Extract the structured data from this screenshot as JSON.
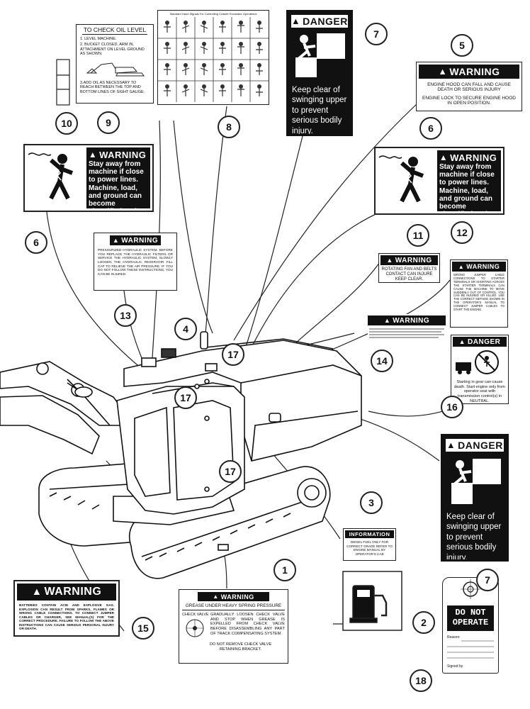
{
  "callouts": [
    "1",
    "2",
    "3",
    "4",
    "5",
    "6",
    "6",
    "7",
    "7",
    "8",
    "9",
    "10",
    "11",
    "12",
    "13",
    "14",
    "15",
    "16",
    "17",
    "17",
    "17",
    "18"
  ],
  "decals": {
    "oil_level": {
      "title": "TO CHECK OIL LEVEL",
      "step1": "1. LEVEL MACHINE.",
      "step2": "2. BUCKET CLOSED, ARM IN, ATTACHMENT ON LEVEL GROUND AS SHOWN.",
      "step3": "3.ADD OIL AS NECESSARY TO REACH BETWEEN THE TOP AND BOTTOM LINES OF SIGHT GAUGE."
    },
    "hand_signals": {
      "title": "Standard Hand Signals For Controlling Crawler Excavator Operations"
    },
    "danger_swing_top": {
      "header": "DANGER",
      "text": "Keep clear of swinging upper to prevent serious bodily injury."
    },
    "warning_hood": {
      "header": "WARNING",
      "line1": "ENGINE HOOD CAN FALL AND CAUSE DEATH OR SERIOUS INJURY",
      "line2": "ENGINE LOCK TO SECURE ENGINE HOOD IN OPEN POSITION."
    },
    "power_lines_left": {
      "header": "WARNING",
      "text": "Stay away from machine if close to power lines. Machine, load, and ground can become electrified and deadly."
    },
    "power_lines_right": {
      "header": "WARNING",
      "text": "Stay away from machine if close to power lines. Machine, load, and ground can become electrified and deadly."
    },
    "hydraulic": {
      "header": "WARNING",
      "text": "PRESSURIZED HYDRAULIC SYSTEM. BEFORE YOU REPLACE THE HYDRAULIC FILTERS OR SERVICE THE HYDRAULIC SYSTEM, SLOWLY LOOSEN THE HYDRAULIC RESERVOIR FILL CAP TO RELIEVE THE AIR PRESSURE. IF YOU DO NOT FOLLOW THESE INSTRUCTIONS, YOU CAN BE INJURED."
    },
    "fan": {
      "header": "WARNING",
      "text": "ROTATING FAN AND BELTS CONTACT CAN INJURE KEEP CLEAR."
    },
    "jumper": {
      "header": "WARNING",
      "text": "WRONG JUMPER CABLE CONNECTIONS TO STARTER TERMINALS OR SHORTING ACROSS THE STARTER TERMINALS CAN CAUSE THE MACHINE TO MOVE SUDDENLY OUT OF CONTROL. YOU CAN BE INJURED OR KILLED. USE THE CORRECT METHOD SHOWN IN THE OPERATOR'S MANUAL TO CONNECT JUMPER CABLES TO START THE ENGINE."
    },
    "radiator": {
      "header": "WARNING"
    },
    "start_danger": {
      "header": "DANGER",
      "text": "Starting in gear can cause death. Start engine only from operator seat with transmission control(s) in NEUTRAL."
    },
    "information": {
      "header": "INFORMATION",
      "text": "DIESEL FUEL ONLY FOR CORRECT GRADE REFER TO ENGINE MANUAL BY OPERATOR'S CAB"
    },
    "danger_swing_bottom": {
      "header": "DANGER",
      "text": "Keep clear of swinging upper to prevent serious bodily injury."
    },
    "grease": {
      "header": "WARNING",
      "sub": "GREASE UNDER HEAVY SPRING PRESSURE",
      "check_valve": "CHECK VALVE",
      "text": "GRADUALLY LOOSEN CHECK VALVE AND STOP WHEN GREASE IS EXPELLED FROM CHECK VALVE BEFORE DISASSEMBLING ANY PART OF TRACK COMPENSATING SYSTEM.",
      "bottom": "DO NOT REMOVE CHECK VALVE RETAINING BRACKET."
    },
    "battery": {
      "header": "WARNING",
      "text": "BATTERIES CONTAIN ACID AND EXPLOSIVE GAS. EXPLOSION CAN RESULT FROM SPARKS, FLAMES OR WRONG CABLE CONNECTIONS. TO CONNECT JUMPER CABLES OR CHARGER, SEE MANUAL(S) FOR THE CORRECT PROCEDURE. FAILURE TO FOLLOW THE ABOVE INSTRUCTIONS CAN CAUSE SERIOUS PERSONAL INJURY OR DEATH."
    },
    "tag": {
      "line1": "DO NOT",
      "line2": "OPERATE",
      "reason": "Reason:",
      "signed": "Signed by"
    }
  }
}
